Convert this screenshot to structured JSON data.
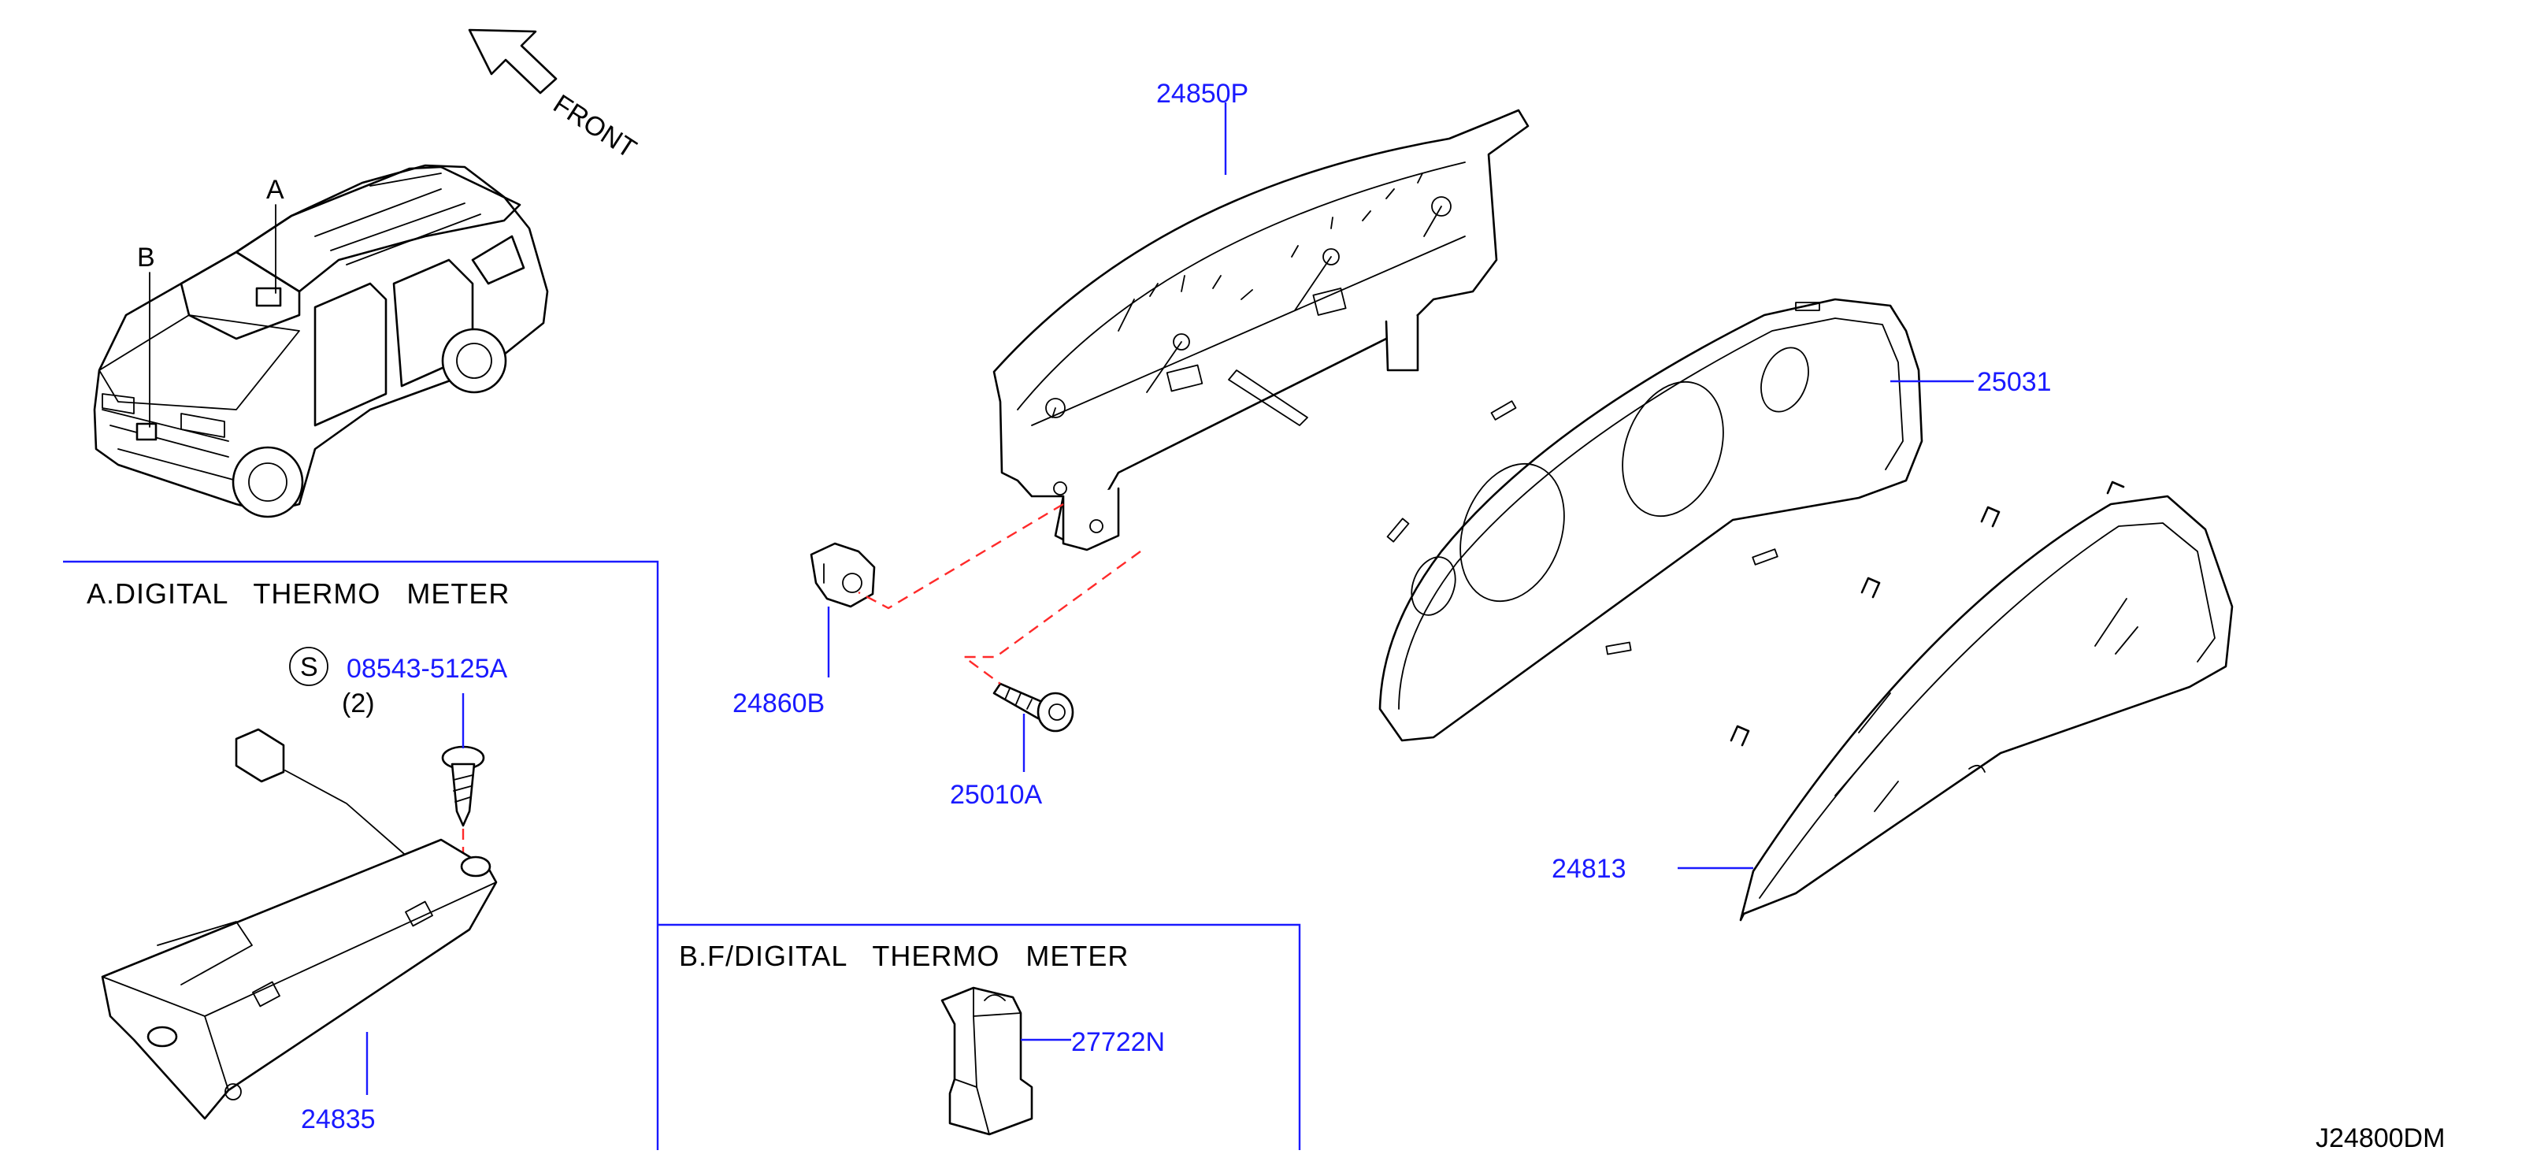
{
  "diagram_code": "J24800DM",
  "orientation": {
    "arrow_label": "FRONT"
  },
  "vehicle_callouts": {
    "a": "A",
    "b": "B"
  },
  "sections": {
    "a_title": "A.DIGITAL   THERMO   METER",
    "b_title": "B.F/DIGITAL   THERMO   METER"
  },
  "screw_symbol": {
    "letter": "S",
    "quantity": "(2)"
  },
  "parts": {
    "p24850P": "24850P",
    "p25031": "25031",
    "p24813": "24813",
    "p24860B": "24860B",
    "p25010A": "25010A",
    "p08543": "08543-5125A",
    "p24835": "24835",
    "p27722N": "27722N"
  },
  "colors": {
    "part_number": "#1a1aff",
    "guide_line": "#ff2a2a",
    "line_art": "#000000"
  }
}
